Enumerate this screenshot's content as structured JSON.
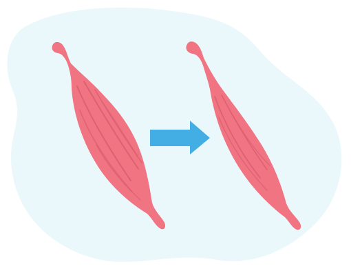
{
  "diagram": {
    "colors": {
      "page_background": "#ffffff",
      "blob_background": "#eaf8fc",
      "muscle_fill": "#f07482",
      "muscle_fiber": "#db5f70",
      "arrow": "#43aee4"
    },
    "elements": [
      {
        "name": "muscle-before",
        "role": "thick muscle (relaxed)"
      },
      {
        "name": "transition-arrow",
        "role": "arrow pointing right",
        "icon": "arrow-right-icon"
      },
      {
        "name": "muscle-after",
        "role": "thin muscle (atrophied)"
      }
    ]
  }
}
